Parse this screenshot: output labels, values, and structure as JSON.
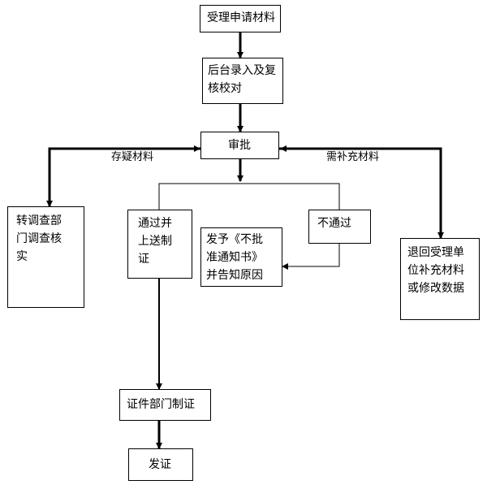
{
  "nodes": {
    "receive": "受理申请材料",
    "entry": "后台录入及复\n核校对",
    "approve": "审批",
    "investigate": "转调查部\n门调查核\n实",
    "pass": "通过并\n上送制\n证",
    "reject_notice": "发予《不批\n准通知书》\n并告知原因",
    "fail": "不通过",
    "return": "退回受理单\n位补充材料\n或修改数据",
    "make_cert": "证件部门制证",
    "issue": "发证"
  },
  "edge_labels": {
    "doubtful": "存疑材料",
    "supplement": "需补充材料"
  }
}
